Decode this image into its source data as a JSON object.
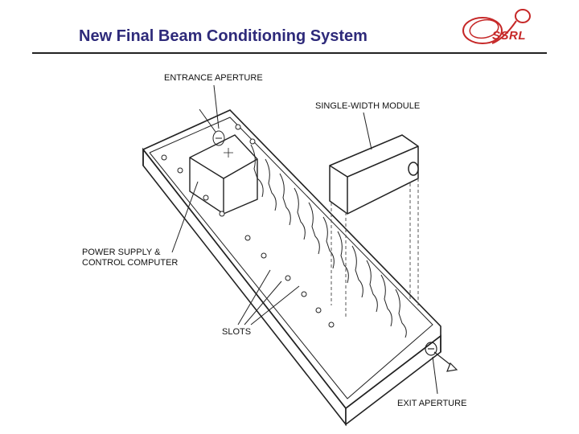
{
  "header": {
    "title": "New Final Beam Conditioning System",
    "logo_text": "SSRL",
    "accent_color": "#2e2a7a",
    "logo_color": "#c62828"
  },
  "diagram": {
    "labels": {
      "entrance_aperture": "ENTRANCE APERTURE",
      "single_width_module": "SINGLE-WIDTH MODULE",
      "power_supply_line1": "POWER SUPPLY &",
      "power_supply_line2": "CONTROL COMPUTER",
      "slots": "SLOTS",
      "exit_aperture": "EXIT APERTURE"
    }
  }
}
